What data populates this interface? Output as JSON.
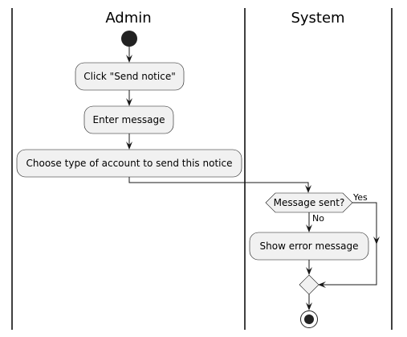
{
  "swimlanes": [
    {
      "name": "Admin"
    },
    {
      "name": "System"
    }
  ],
  "activities": {
    "click_send_notice": "Click \"Send notice\"",
    "enter_message": "Enter message",
    "choose_account_type": "Choose type of account to send this notice",
    "show_error_message": "Show error message"
  },
  "decision": {
    "question": "Message sent?",
    "yes_label": "Yes",
    "no_label": "No"
  },
  "colors": {
    "node_fill": "#f1f1f1",
    "stroke": "#181818"
  }
}
